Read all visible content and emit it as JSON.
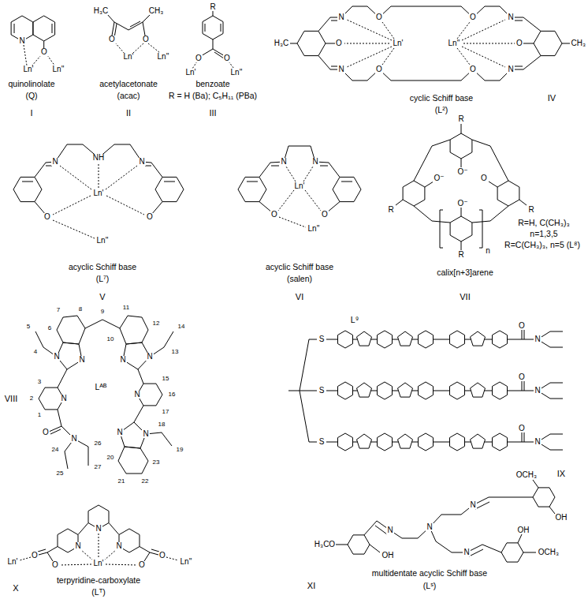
{
  "diagram": {
    "labels": [
      "N",
      "O",
      "Ln'",
      "Ln''",
      "quinolinolate",
      "(Q)",
      "I",
      "H₃C",
      "CH₃",
      "O",
      "O",
      "Ln'",
      "Ln''",
      "acetylacetonate",
      "(acac)",
      "II",
      "R",
      "O",
      "O",
      "Ln'",
      "Ln''",
      "benzoate",
      "R = H (Ba); C₅H₁₁ (PBa)",
      "III",
      "H₃C",
      "O",
      "N",
      "N",
      "O",
      "O",
      "Ln'",
      "Ln''",
      "O",
      "O",
      "N",
      "N",
      "O",
      "CH₃",
      "cyclic Schiff base",
      "(L²)",
      "IV",
      "N",
      "NH",
      "N",
      "O",
      "O",
      "Ln'",
      "Ln''",
      "acyclic Schiff base",
      "(L⁷)",
      "V",
      "N",
      "N",
      "Ln'",
      "O",
      "O",
      "Ln''",
      "acyclic Schiff base",
      "(salen)",
      "VI",
      "R",
      "O⁻",
      "O⁻",
      "O",
      "R",
      "R",
      "O⁻",
      "R",
      "n",
      "R=H, C(CH₃)₃",
      "n=1,3,5",
      "R=C(CH₃)₃, n=5 (L⁸)",
      "calix[n+3]arene",
      "VII",
      "VIII",
      "Lᴬᴮ",
      "1",
      "2",
      "3",
      "4",
      "5",
      "6",
      "7",
      "8",
      "9",
      "10",
      "11",
      "12",
      "13",
      "14",
      "15",
      "16",
      "17",
      "18",
      "19",
      "20",
      "21",
      "22",
      "23",
      "24",
      "25",
      "26",
      "27",
      "N",
      "N",
      "N",
      "O",
      "N",
      "N",
      "N",
      "N",
      "N",
      "N",
      "L⁹",
      "S",
      "O",
      "N",
      "S",
      "O",
      "N",
      "S",
      "O",
      "N",
      "IX",
      "Ln'",
      "O",
      "O",
      "N",
      "N",
      "Ln'",
      "N",
      "O",
      "O",
      "Ln''",
      "terpyridine-carboxylate",
      "(Lᵀ)",
      "X",
      "N",
      "N",
      "OCH₃",
      "OH",
      "N",
      "OH",
      "OCH₃",
      "N",
      "H₃CO",
      "OH",
      "multidentate acyclic Schiff base",
      "(Lˢ)",
      "XI"
    ]
  }
}
